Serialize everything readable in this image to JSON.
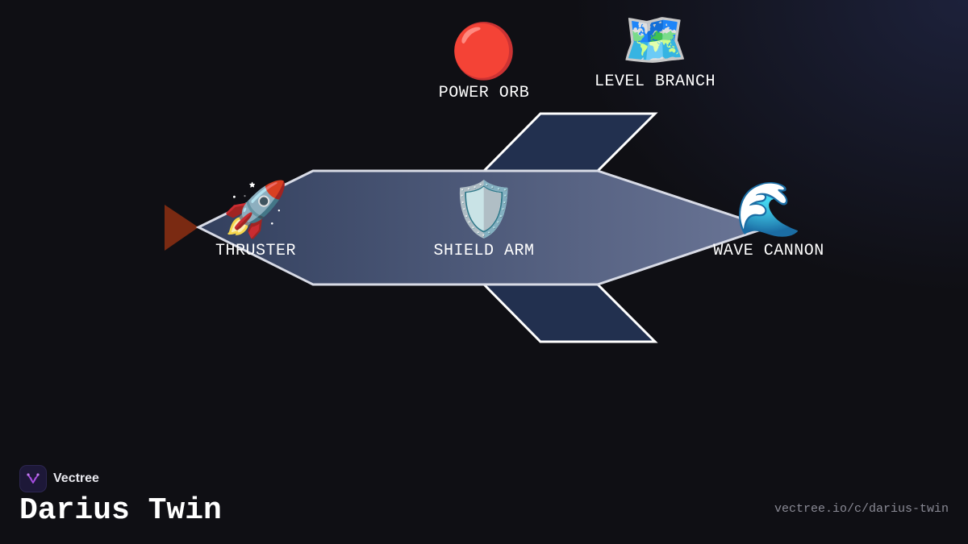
{
  "brand": {
    "name": "Vectree",
    "logo_icon": "branch-logo-icon"
  },
  "title": "Darius Twin",
  "url": "vectree.io/c/darius-twin",
  "colors": {
    "background": "#0f0f14",
    "hull_fill_start": "#33405e",
    "hull_fill_end": "#6a7596",
    "hull_stroke": "#d8dbe6",
    "wing_fill": "#22304f",
    "wing_stroke": "#ffffff",
    "exhaust": "#7a2a12",
    "logo_bg": "#1d1838",
    "logo_accent": "#a64de0"
  },
  "nodes": {
    "thruster": {
      "label": "THRUSTER",
      "icon": "🚀",
      "icon_name": "rocket-icon"
    },
    "shield_arm": {
      "label": "SHIELD ARM",
      "icon": "🛡️",
      "icon_name": "shield-icon"
    },
    "wave_cannon": {
      "label": "WAVE CANNON",
      "icon": "🌊",
      "icon_name": "wave-icon"
    },
    "power_orb": {
      "label": "POWER ORB",
      "icon": "🔴",
      "icon_name": "red-circle-icon"
    },
    "level_branch": {
      "label": "LEVEL BRANCH",
      "icon": "🗺️",
      "icon_name": "map-icon"
    }
  }
}
